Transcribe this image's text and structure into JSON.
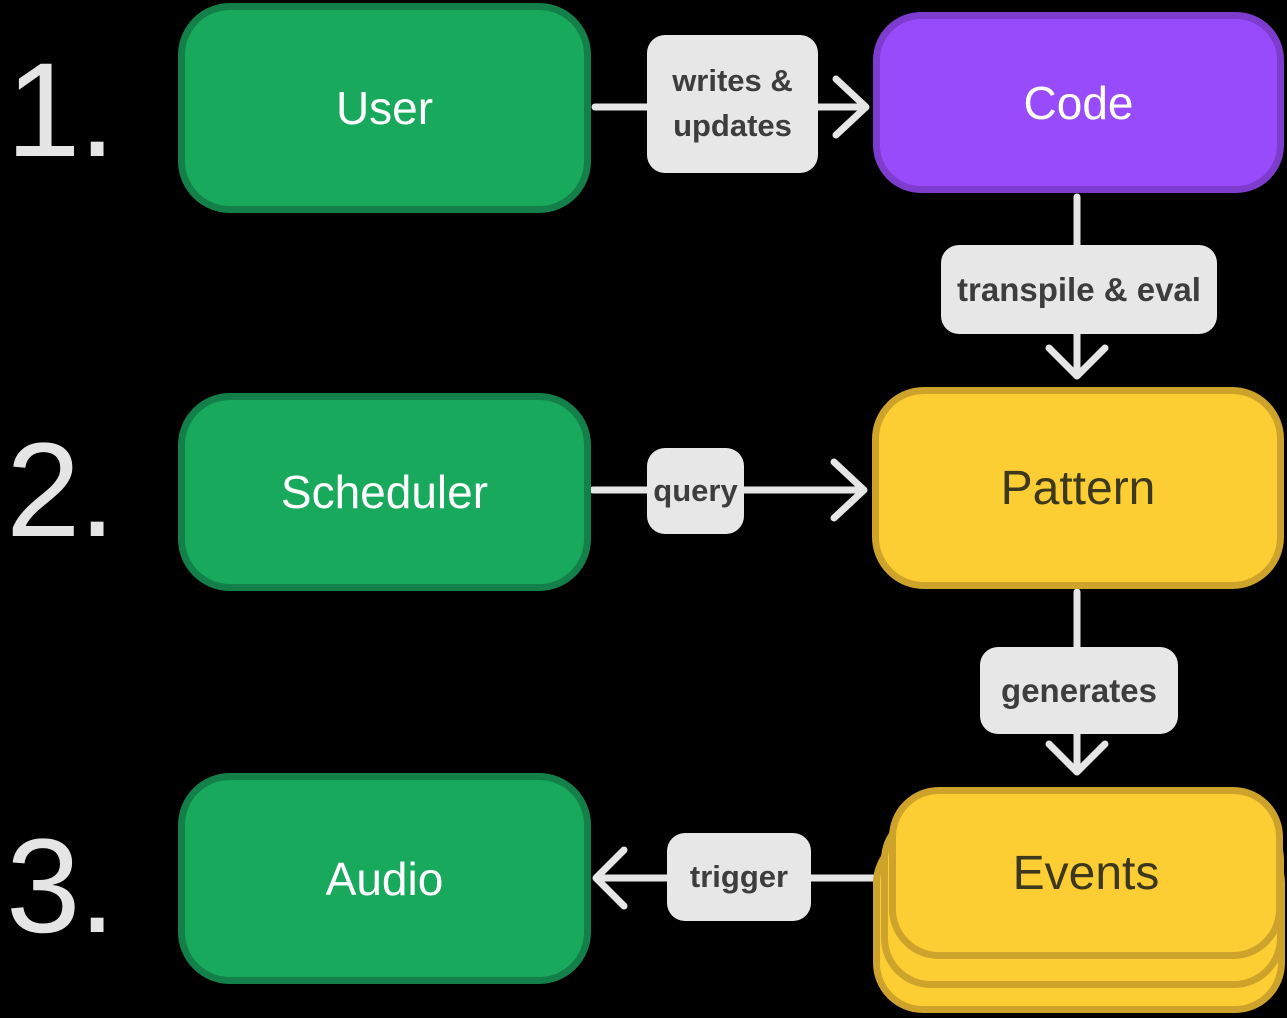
{
  "steps": [
    {
      "number": "1."
    },
    {
      "number": "2."
    },
    {
      "number": "3."
    }
  ],
  "nodes": {
    "user": {
      "label": "User",
      "color": "#19a95d"
    },
    "code": {
      "label": "Code",
      "color": "#984bfa"
    },
    "scheduler": {
      "label": "Scheduler",
      "color": "#19a95d"
    },
    "pattern": {
      "label": "Pattern",
      "color": "#fcce33"
    },
    "audio": {
      "label": "Audio",
      "color": "#19a95d"
    },
    "events": {
      "label": "Events",
      "color": "#fcce33"
    }
  },
  "edges": {
    "writes_updates": {
      "label": "writes & updates",
      "from": "user",
      "to": "code",
      "direction": "right"
    },
    "transpile_eval": {
      "label": "transpile & eval",
      "from": "code",
      "to": "pattern",
      "direction": "down"
    },
    "query": {
      "label": "query",
      "from": "scheduler",
      "to": "pattern",
      "direction": "right"
    },
    "generates": {
      "label": "generates",
      "from": "pattern",
      "to": "events",
      "direction": "down"
    },
    "trigger": {
      "label": "trigger",
      "from": "events",
      "to": "audio",
      "direction": "left"
    }
  },
  "colors": {
    "background": "#000000",
    "green_fill": "#19a95d",
    "green_border": "#148049",
    "purple_fill": "#984bfa",
    "purple_border": "#7d3cce",
    "yellow_fill": "#fcce33",
    "yellow_border": "#cda32b",
    "edge_label_bg": "#e7e7e7",
    "edge_label_text": "#3d3d3d",
    "arrow": "#e6e6e6",
    "number_text": "#e5e5e5"
  }
}
